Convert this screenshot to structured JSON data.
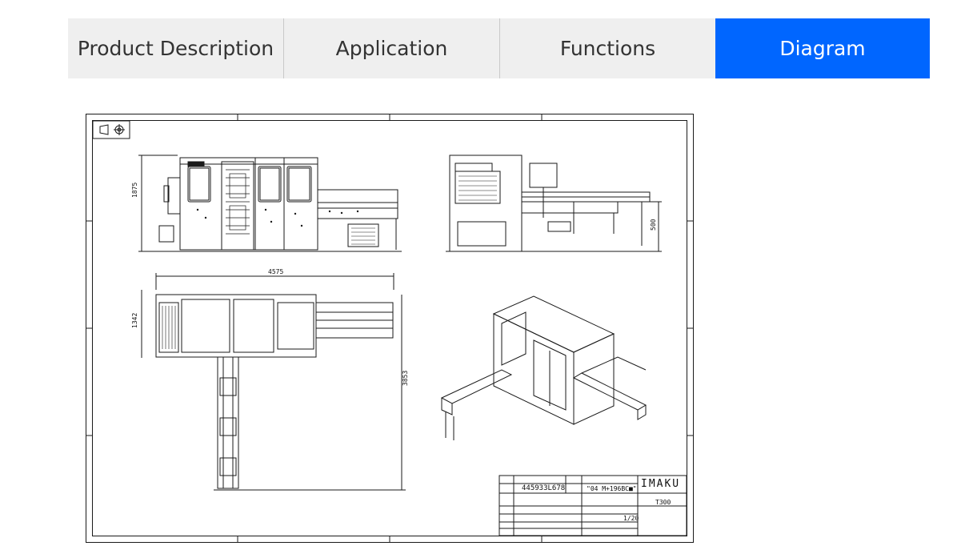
{
  "tabs": [
    {
      "label": "Product Description",
      "active": false
    },
    {
      "label": "Application",
      "active": false
    },
    {
      "label": "Functions",
      "active": false
    },
    {
      "label": "Diagram",
      "active": true
    }
  ],
  "colors": {
    "active_tab": "#0066ff",
    "inactive_tab": "#efefef",
    "line": "#1a1a1a"
  },
  "drawing": {
    "dimensions": {
      "front_height": "1875",
      "side_height": "500",
      "top_width": "4575",
      "top_depth": "1342",
      "top_length": "3853"
    },
    "title_block": {
      "drawing_no": "445933L678",
      "part_name": "\"04 M+196BC■\"",
      "brand": "IMAKU",
      "model": "T300",
      "scale": "1/20"
    }
  }
}
